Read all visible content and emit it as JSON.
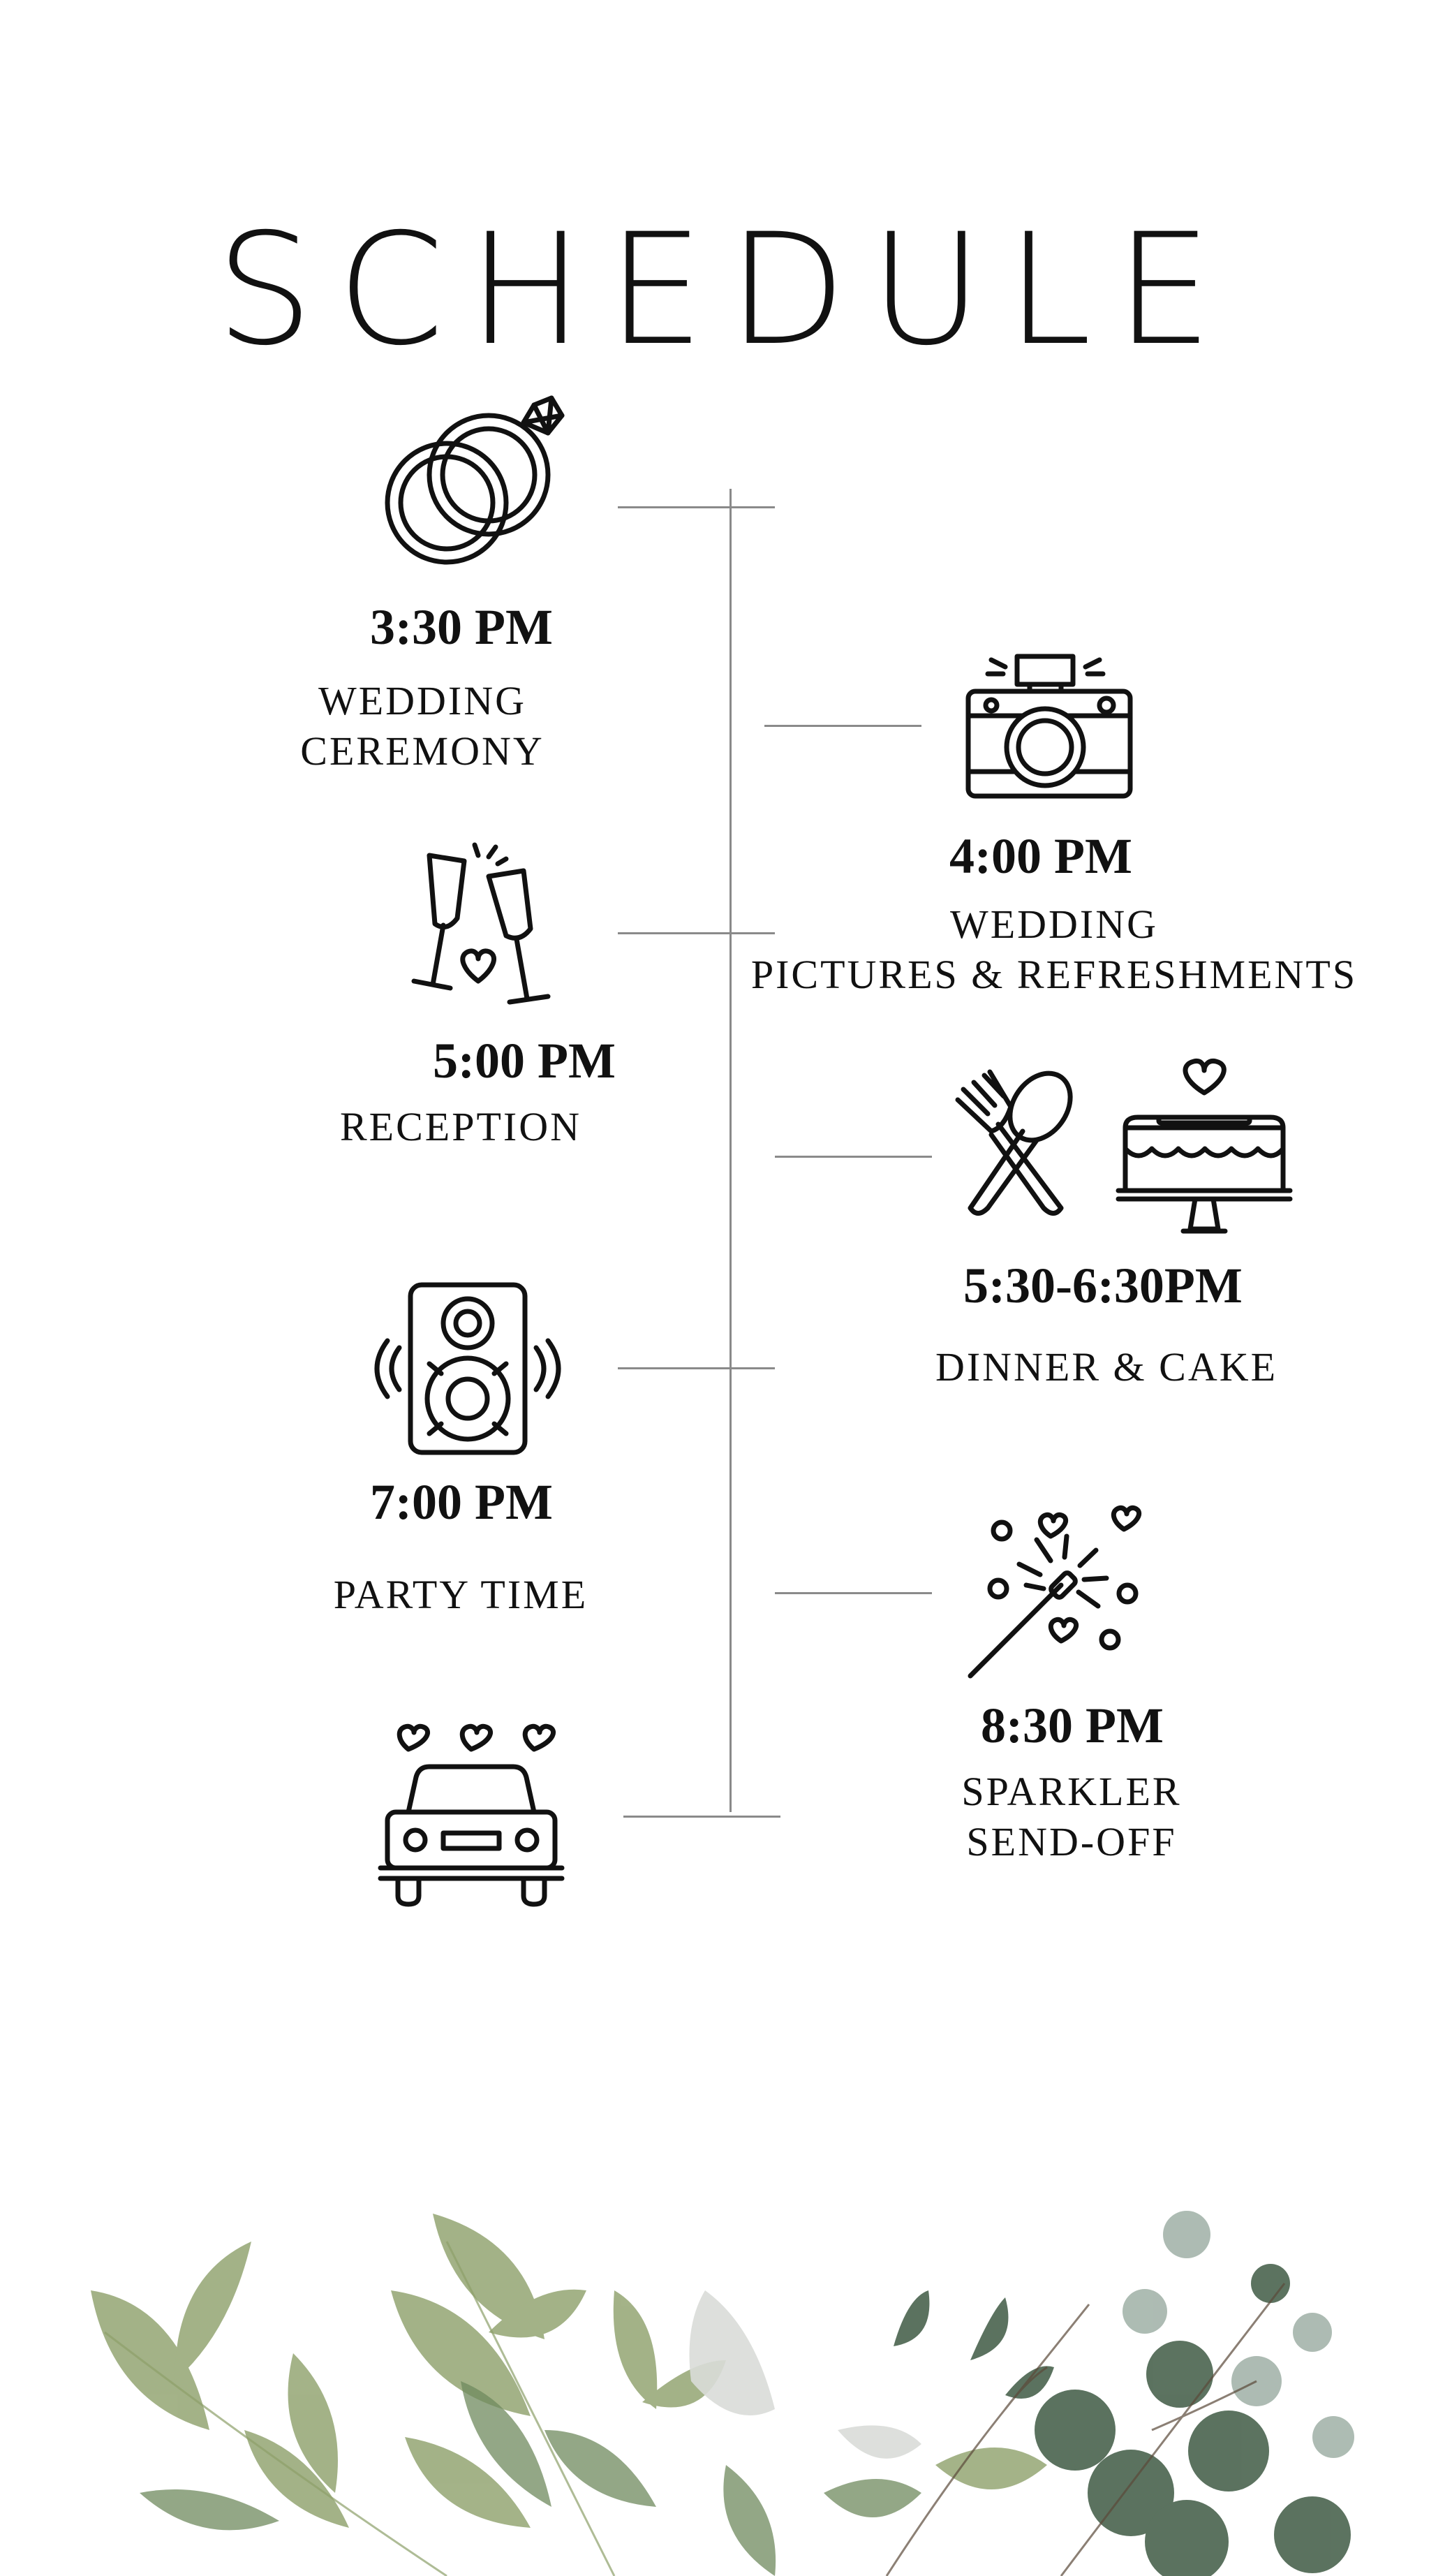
{
  "title": "SCHEDULE",
  "events": [
    {
      "time": "3:30 PM",
      "label_line1": "WEDDING",
      "label_line2": "CEREMONY",
      "icon": "rings-icon"
    },
    {
      "time": "4:00 PM",
      "label_line1": "WEDDING",
      "label_line2": "PICTURES & REFRESHMENTS",
      "icon": "camera-icon"
    },
    {
      "time": "5:00 PM",
      "label_line1": "RECEPTION",
      "icon": "champagne-glasses-icon"
    },
    {
      "time": "5:30-6:30PM",
      "label_line1": "DINNER & CAKE",
      "icon": "utensils-and-cake-icon"
    },
    {
      "time": "7:00 PM",
      "label_line1": "PARTY TIME",
      "icon": "speaker-icon"
    },
    {
      "time": "8:30 PM",
      "label_line1": "SPARKLER",
      "label_line2": "SEND-OFF",
      "icon": "sparkler-icon"
    },
    {
      "icon": "getaway-car-icon"
    }
  ],
  "colors": {
    "background": "#ffffff",
    "text": "#111111",
    "timeline": "#8a8a8a",
    "leaf_dark": "#3f5a44",
    "leaf_light": "#8da06a"
  }
}
